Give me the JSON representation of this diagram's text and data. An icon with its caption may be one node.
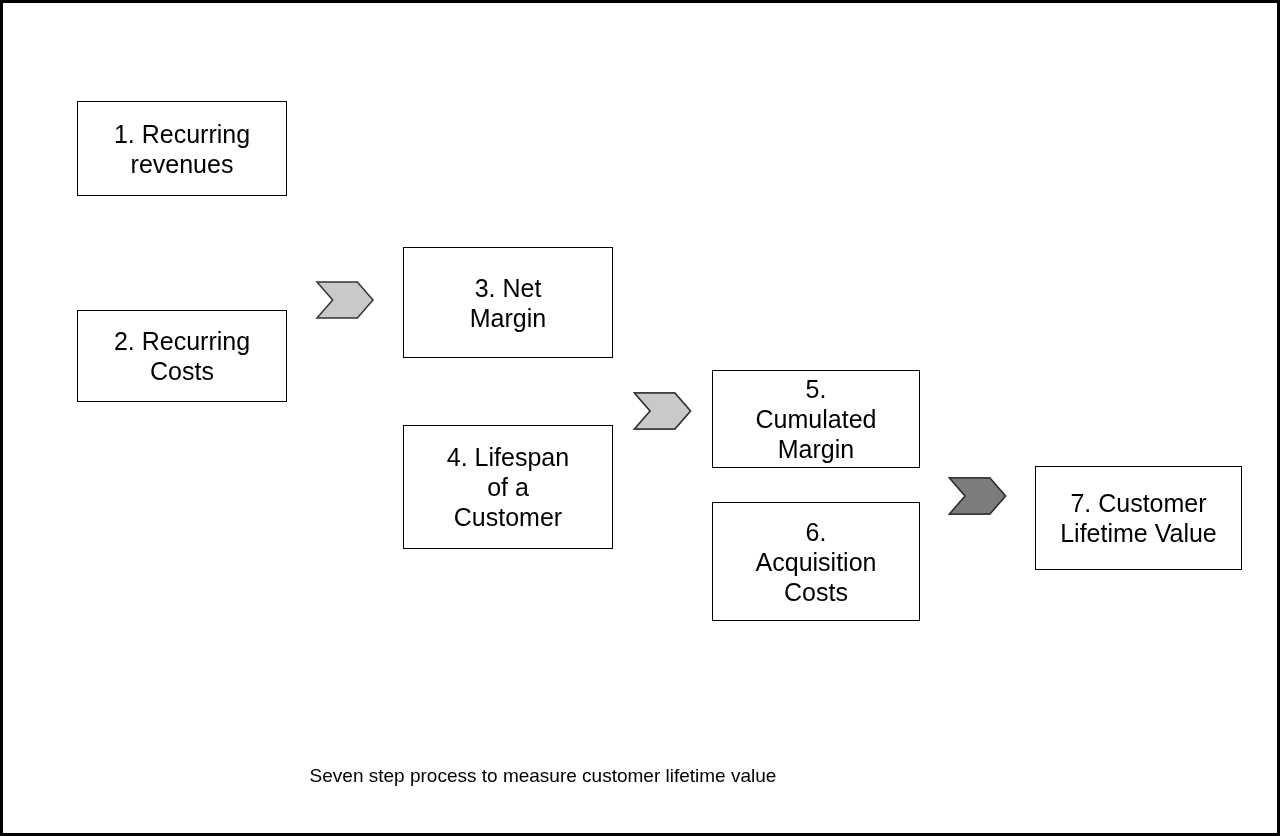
{
  "diagram": {
    "caption": "Seven step process to measure customer lifetime value",
    "nodes": [
      {
        "text": [
          "1. Recurring revenues"
        ]
      },
      {
        "text": [
          "2. Recurring Costs"
        ]
      },
      {
        "text": [
          "3. Net Margin"
        ]
      },
      {
        "text": [
          "4. Lifespan of a Customer"
        ]
      },
      {
        "text": [
          "5. Cumulated Margin"
        ]
      },
      {
        "text": [
          "6. Acquisition Costs"
        ]
      },
      {
        "text": [
          "7. Customer Lifetime Value"
        ]
      }
    ],
    "edges": [
      {
        "from": 1,
        "to": 2,
        "arrow": "to"
      },
      {
        "from": 2,
        "to": 4,
        "arrow": "to"
      },
      {
        "from": 3,
        "to": 4,
        "arrow": "to"
      },
      {
        "from": 4,
        "to": 6,
        "arrow": "to",
        "color": "#7d7d7d"
      },
      {
        "from": 5,
        "to": 6,
        "arrow": "to",
        "color": "#7d7d7d"
      }
    ]
  }
}
